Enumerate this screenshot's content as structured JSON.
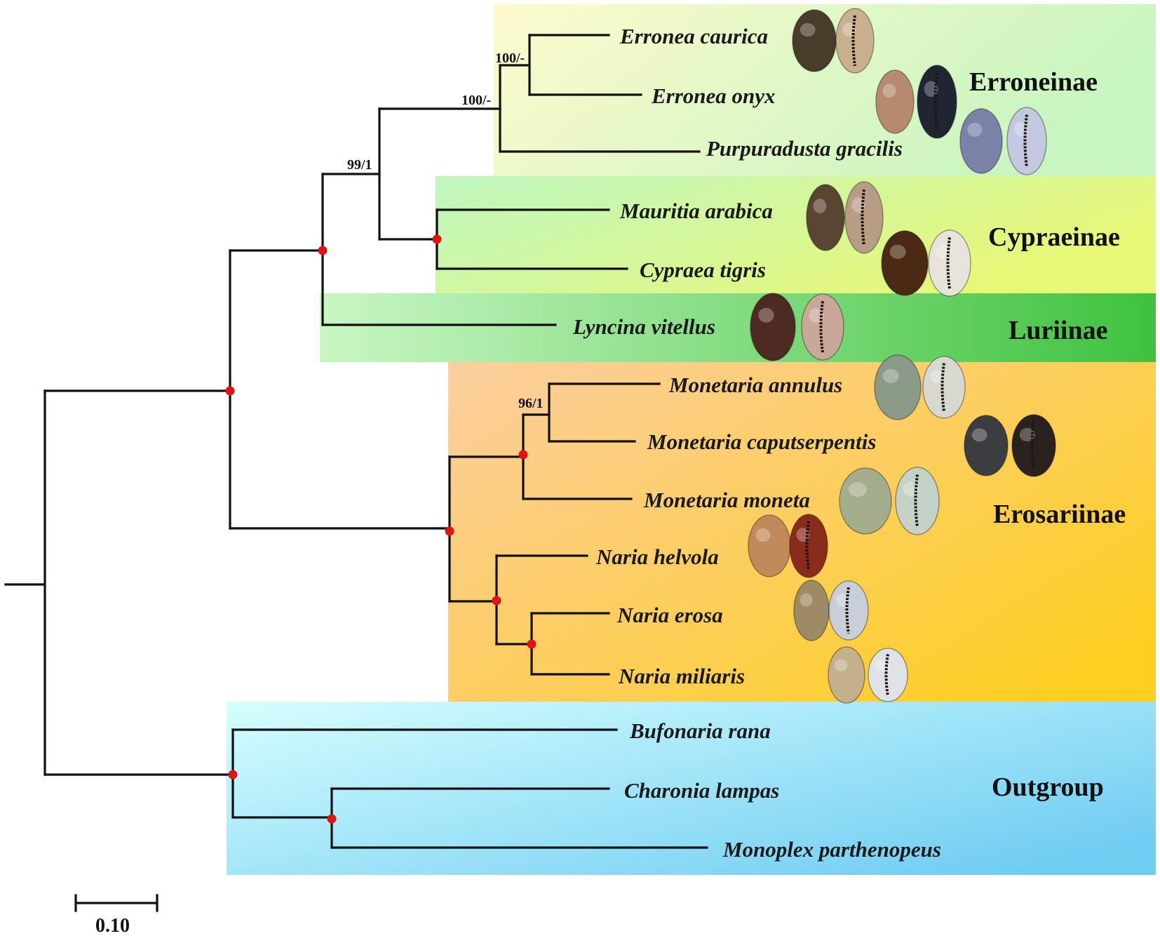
{
  "taxa": {
    "erronea_caurica": "Erronea caurica",
    "erronea_onyx": "Erronea onyx",
    "purpuradusta_gracilis": "Purpuradusta gracilis",
    "mauritia_arabica": "Mauritia arabica",
    "cypraea_tigris": "Cypraea tigris",
    "lyncina_vitellus": "Lyncina vitellus",
    "monetaria_annulus": "Monetaria annulus",
    "monetaria_caputserpentis": "Monetaria caputserpentis",
    "monetaria_moneta": "Monetaria moneta",
    "naria_helvola": "Naria helvola",
    "naria_erosa": "Naria erosa",
    "naria_miliaris": "Naria miliaris",
    "bufonaria_rana": "Bufonaria rana",
    "charonia_lampas": "Charonia lampas",
    "monoplex_parthenopeus": "Monoplex parthenopeus"
  },
  "groups": {
    "erroneinae": "Erroneinae",
    "cypraeinae": "Cypraeinae",
    "luriinae": "Luriinae",
    "erosariinae": "Erosariinae",
    "outgroup": "Outgroup"
  },
  "group_colors": {
    "erroneinae": [
      "#fdfacd",
      "#c8f5c0"
    ],
    "cypraeinae": [
      "#bff7c0",
      "#e9f776"
    ],
    "luriinae": [
      "#c9f6c4",
      "#3fc23f"
    ],
    "erosariinae": [
      "#fccea0",
      "#fdcf22"
    ],
    "outgroup": [
      "#d6feff",
      "#70cdf2"
    ]
  },
  "supports": {
    "erronea_pair": "100/-",
    "erroneinae_node": "100/-",
    "erroneinae_cypraeinae": "99/1",
    "monetaria_pair": "96/1"
  },
  "scale_bar": {
    "value": 0.1,
    "label": "0.10"
  },
  "node_dot_color": "#e01414",
  "shell_images": [
    {
      "taxon": "Erronea caurica",
      "colors": [
        "#4a3c2a",
        "#c9b08e"
      ]
    },
    {
      "taxon": "Erronea onyx",
      "colors": [
        "#b58a6e",
        "#1f2533"
      ]
    },
    {
      "taxon": "Purpuradusta gracilis",
      "colors": [
        "#7a82a8",
        "#c4c8e0"
      ]
    },
    {
      "taxon": "Mauritia arabica",
      "colors": [
        "#5a4532",
        "#b79d84"
      ]
    },
    {
      "taxon": "Cypraea tigris",
      "colors": [
        "#4a2a14",
        "#e8e4dc"
      ]
    },
    {
      "taxon": "Lyncina vitellus",
      "colors": [
        "#4e2b22",
        "#c9a89a"
      ]
    },
    {
      "taxon": "Monetaria annulus",
      "colors": [
        "#8c9a8a",
        "#d8d8d0"
      ]
    },
    {
      "taxon": "Monetaria caputserpentis",
      "colors": [
        "#3b3d40",
        "#2a221e"
      ]
    },
    {
      "taxon": "Monetaria moneta",
      "colors": [
        "#a4ae8c",
        "#c4d2c8"
      ]
    },
    {
      "taxon": "Naria helvola",
      "colors": [
        "#c08a5a",
        "#8a2c1c"
      ]
    },
    {
      "taxon": "Naria erosa",
      "colors": [
        "#9e8a66",
        "#c8cfd8"
      ]
    },
    {
      "taxon": "Naria miliaris",
      "colors": [
        "#c4b08c",
        "#dfe3e8"
      ]
    }
  ]
}
